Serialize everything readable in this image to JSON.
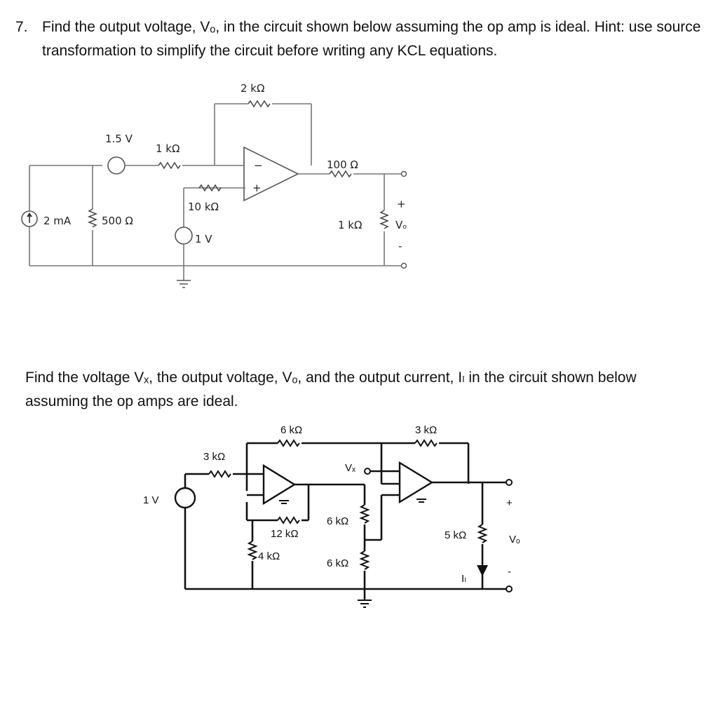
{
  "problem1": {
    "number": "7.",
    "text": "Find the output voltage, Vₒ, in the circuit shown below assuming the op amp is ideal.  Hint: use source transformation to simplify the circuit before writing any KCL equations.",
    "labels": {
      "r_feedback": "2 kΩ",
      "v_source_a": "1.5 V",
      "r_series_a": "1 kΩ",
      "r_series_b": "10 kΩ",
      "v_source_b": "1 V",
      "i_source": "2 mA",
      "r_shunt": "500 Ω",
      "r_out_series": "100 Ω",
      "r_load": "1 kΩ",
      "v_out": "Vₒ",
      "plus": "+",
      "minus": "-",
      "opamp_minus": "−",
      "opamp_plus": "+"
    }
  },
  "problem2": {
    "text": "Find the voltage Vₓ, the output voltage, Vₒ, and the output current, Iₗ in the circuit shown below assuming the op amps are ideal.",
    "labels": {
      "r_top_left": "6 kΩ",
      "r_top_right": "3 kΩ",
      "r_input": "3 kΩ",
      "v_source": "1 V",
      "vx": "Vₓ",
      "r_12k": "12 kΩ",
      "r_4k": "4 kΩ",
      "r_div_top": "6 kΩ",
      "r_div_bottom": "6 kΩ",
      "r_load": "5 kΩ",
      "i_load": "Iₗ",
      "v_out": "Vₒ",
      "plus": "+",
      "minus": "-"
    }
  }
}
